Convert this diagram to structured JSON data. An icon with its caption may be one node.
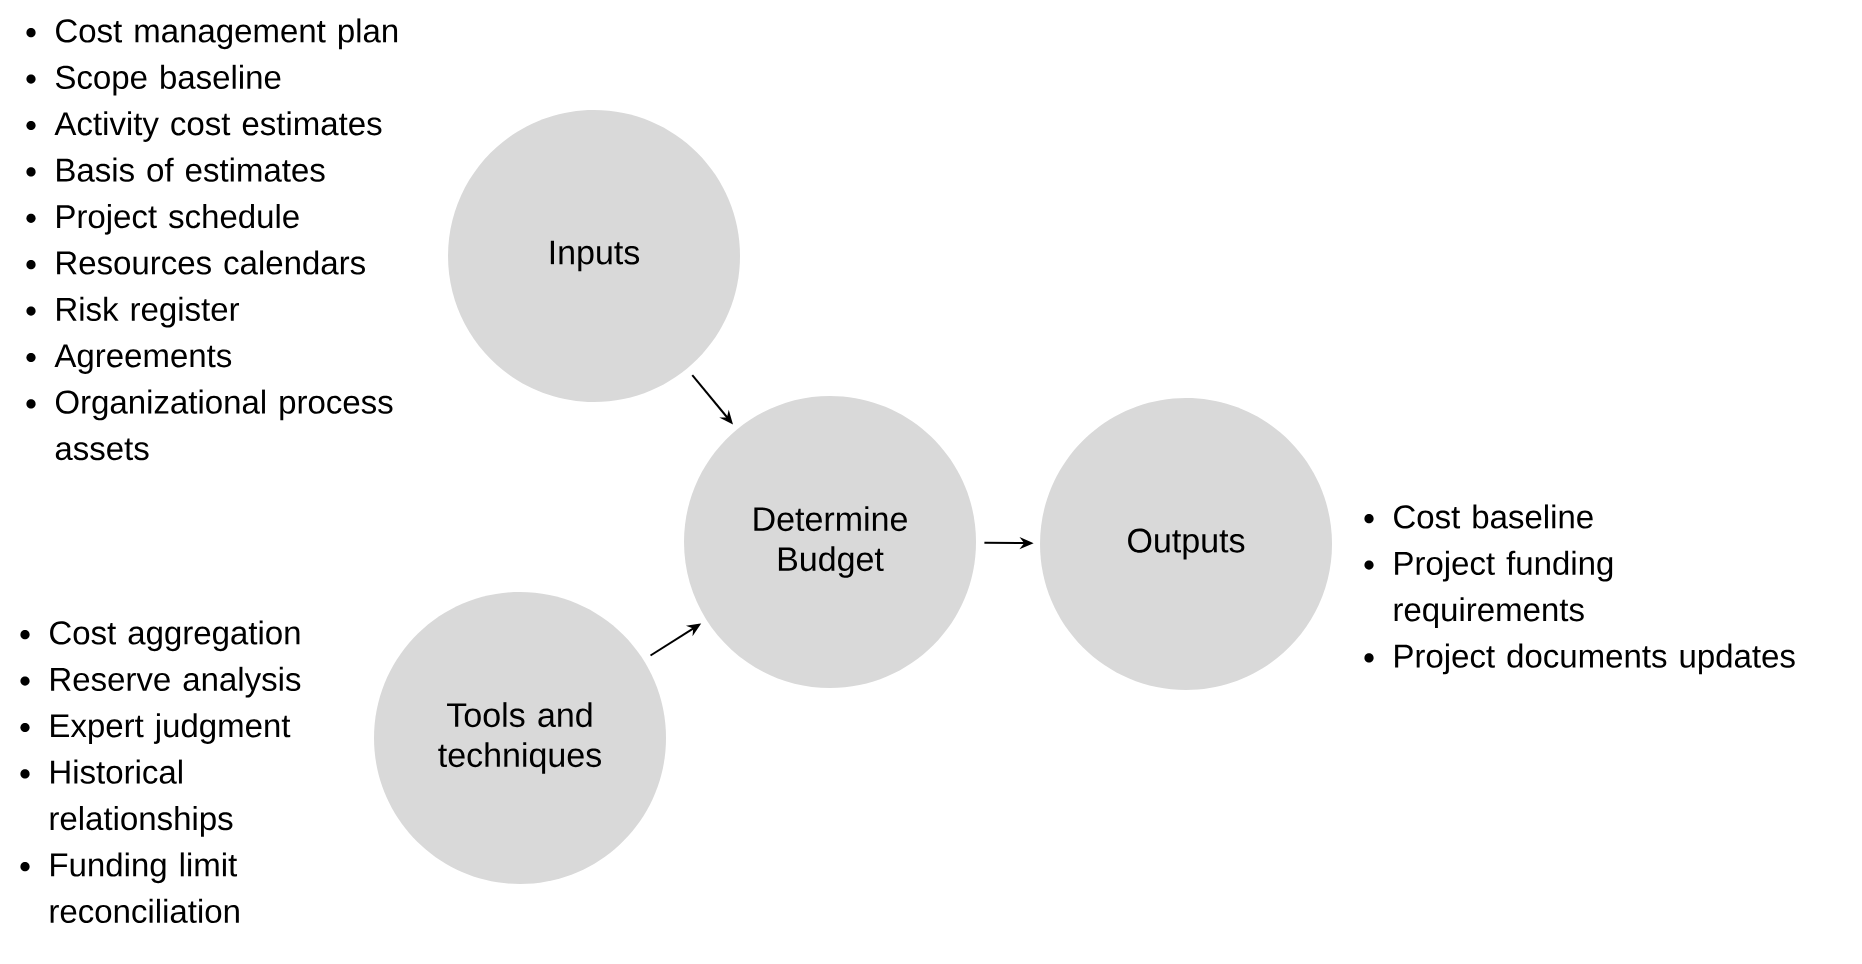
{
  "diagram": {
    "nodes": [
      {
        "text": [
          "Inputs"
        ],
        "beside": [
          "Cost management plan",
          "Scope baseline",
          "Activity cost estimates",
          "Basis of estimates",
          "Project schedule",
          "Resources calendars",
          "Risk register",
          "Agreements",
          "Organizational process assets"
        ]
      },
      {
        "text": [
          "Determine Budget"
        ]
      },
      {
        "text": [
          "Outputs"
        ],
        "beside": [
          "Cost baseline",
          "Project funding requirements",
          "Project documents updates"
        ]
      },
      {
        "text": [
          "Tools and techniques"
        ],
        "beside": [
          "Cost aggregation",
          "Reserve analysis",
          "Expert judgment",
          "Historical relationships",
          "Funding limit reconciliation"
        ]
      }
    ],
    "edges": [
      {
        "from": 0,
        "to": 1,
        "arrow": "to"
      },
      {
        "from": 3,
        "to": 1,
        "arrow": "to"
      },
      {
        "from": 1,
        "to": 2,
        "arrow": "to"
      }
    ]
  }
}
